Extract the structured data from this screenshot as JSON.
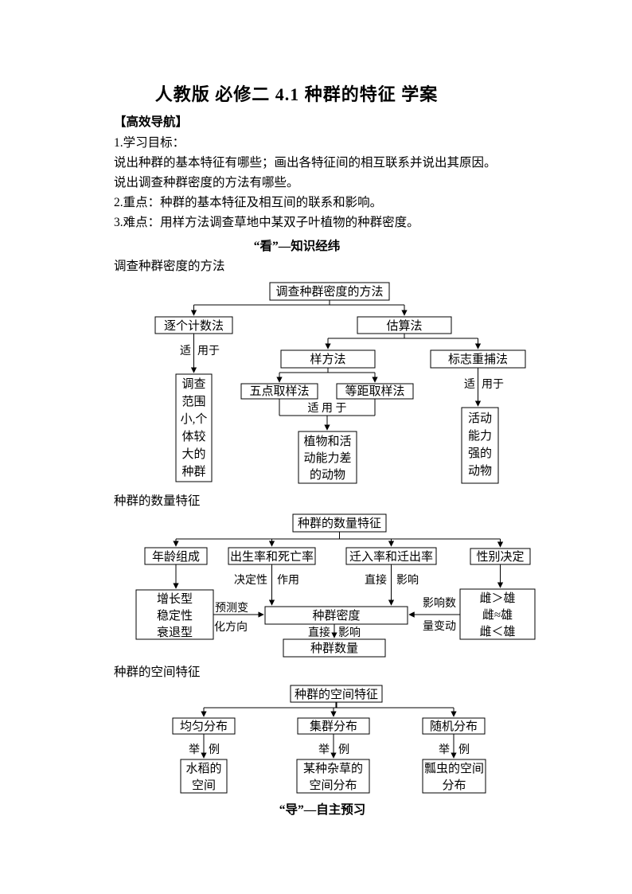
{
  "header": {
    "title": "人教版 必修二 4.1 种群的特征 学案",
    "nav_title": "【高效导航】",
    "line1": "1.学习目标：",
    "line2": "说出种群的基本特征有哪些；画出各特征间的相互联系并说出其原因。",
    "line3": "说出调查种群密度的方法有哪些。",
    "line4": "2.重点：种群的基本特征及相互间的联系和影响。",
    "line5": "3.难点：用样方法调查草地中某双子叶植物的种群密度。",
    "section_know": "“看”—知识经纬",
    "section_guide": "“导”—自主预习"
  },
  "flow1": {
    "section_label": "调查种群密度的方法",
    "root": "调查种群密度的方法",
    "count_method": "逐个计数法",
    "estimate_method": "估算法",
    "quadrat_method": "样方法",
    "mark_recapture_method": "标志重捕法",
    "five_point_method": "五点取样法",
    "equidistant_method": "等距取样法",
    "apply_left": [
      "适",
      "用于"
    ],
    "apply_center": "适 用 于",
    "apply_right": [
      "适",
      "用于"
    ],
    "small_range_lines": [
      "调查",
      "范围",
      "小,个",
      "体较",
      "大的",
      "种群"
    ],
    "weak_animal_lines": [
      "植物和活",
      "动能力差",
      "的动物"
    ],
    "strong_animal_lines": [
      "活动",
      "能力",
      "强的",
      "动物"
    ]
  },
  "flow2": {
    "section_label": "种群的数量特征",
    "root": "种群的数量特征",
    "age_structure": "年龄组成",
    "birth_death": "出生率和死亡率",
    "immigration": "迁入率和迁出率",
    "sex_determination": "性别决定",
    "age_types_lines": [
      "增长型",
      "稳定性",
      "衰退型"
    ],
    "density": "种群密度",
    "sex_ratio_lines": [
      "雌＞雄",
      "雌≈雄",
      "雌＜雄"
    ],
    "quantity": "种群数量",
    "decisive": [
      "决定性",
      "作用"
    ],
    "direct_top": [
      "直接",
      "影响"
    ],
    "predict_lines": [
      "预测变",
      "化方向"
    ],
    "affect_lines": [
      "影响数",
      "量变动"
    ],
    "direct_bottom": [
      "直接",
      "影响"
    ]
  },
  "flow3": {
    "section_label": "种群的空间特征",
    "root": "种群的空间特征",
    "uniform": "均匀分布",
    "clumped": "集群分布",
    "random": "随机分布",
    "example": [
      "举",
      "例"
    ],
    "rice_lines": [
      "水稻的",
      "空间"
    ],
    "weed_lines": [
      "某种杂草的",
      "空间分布"
    ],
    "ladybug_lines": [
      "瓢虫的空间",
      "分布"
    ]
  }
}
